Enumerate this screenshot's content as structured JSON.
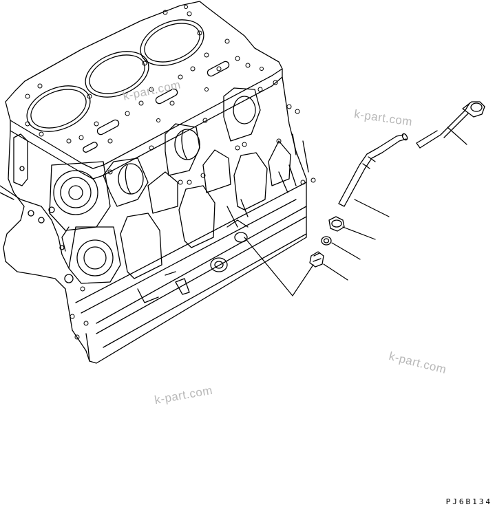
{
  "watermark_text": "k-part.com",
  "drawing_code": "PJ6B134",
  "parts": [
    {
      "id": "dipstick-gauge"
    },
    {
      "id": "guide-tube"
    },
    {
      "id": "nut"
    },
    {
      "id": "sleeve-ring"
    },
    {
      "id": "elbow-fitting"
    }
  ],
  "colors": {
    "line": "#000000",
    "watermark": "#b8b8b8",
    "background": "#ffffff"
  }
}
